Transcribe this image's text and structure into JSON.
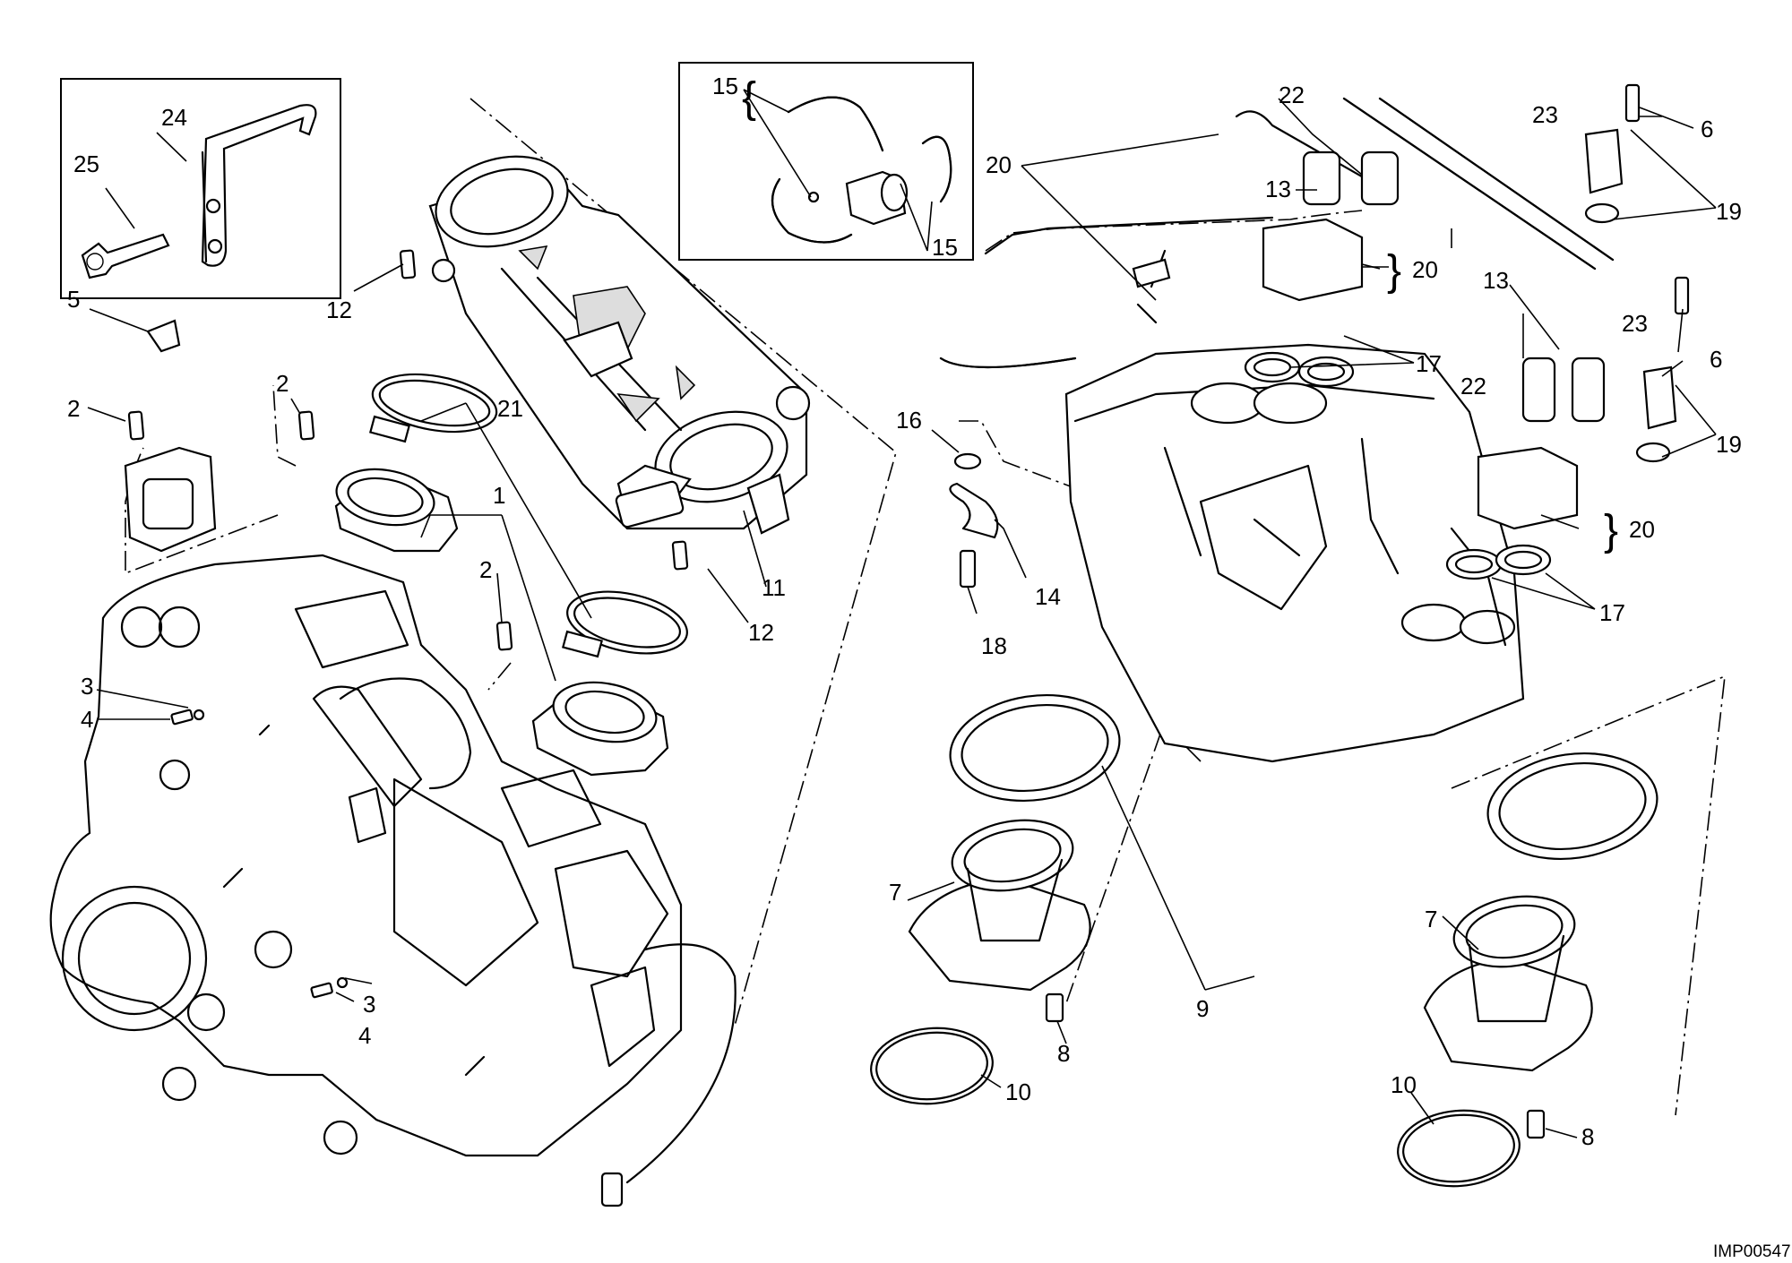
{
  "diagram": {
    "code": "IMP00547",
    "callouts": [
      "1",
      "2",
      "3",
      "4",
      "5",
      "6",
      "7",
      "8",
      "9",
      "10",
      "11",
      "12",
      "13",
      "14",
      "15",
      "16",
      "17",
      "18",
      "19",
      "20",
      "21",
      "22",
      "23",
      "24",
      "25"
    ]
  }
}
